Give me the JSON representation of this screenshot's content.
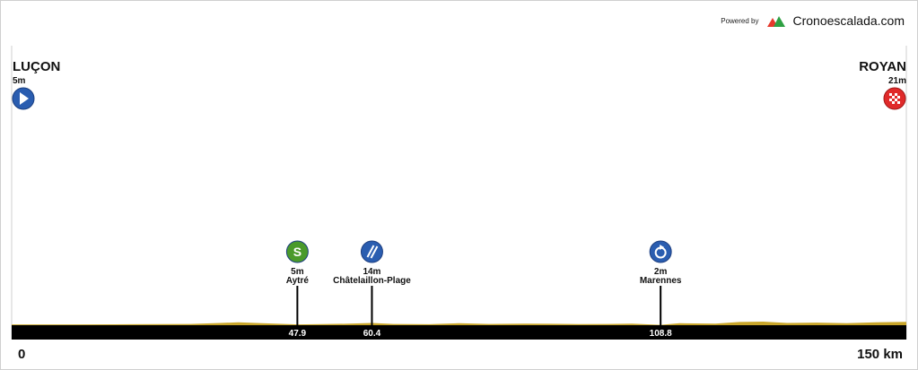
{
  "brand": {
    "powered_by": "Powered by",
    "name": "Cronoescalada.com"
  },
  "chart_data": {
    "type": "area",
    "xlim": [
      0,
      150
    ],
    "axis_labels": {
      "start": "0",
      "end": "150 km"
    },
    "start": {
      "name": "LUÇON",
      "elevation": "5m",
      "icon": "start-play-icon",
      "km": 0
    },
    "finish": {
      "name": "ROYAN",
      "elevation": "21m",
      "icon": "finish-flag-icon",
      "km": 150
    },
    "points": [
      {
        "km": 47.9,
        "km_label": "47.9",
        "name": "Aytré",
        "elevation": "5m",
        "icon": "sprint-icon",
        "color": "#4a9a2b"
      },
      {
        "km": 60.4,
        "km_label": "60.4",
        "name": "Châtelaillon-Plage",
        "elevation": "14m",
        "icon": "feed-zone-icon",
        "color": "#2a5db0"
      },
      {
        "km": 108.8,
        "km_label": "108.8",
        "name": "Marennes",
        "elevation": "2m",
        "icon": "intermediate-timing-icon",
        "color": "#2a5db0"
      }
    ],
    "elevation_profile": {
      "x": [
        0,
        10,
        20,
        30,
        35,
        38,
        42,
        47.9,
        52,
        56,
        60.4,
        64,
        70,
        75,
        80,
        86,
        90,
        95,
        100,
        104,
        108.8,
        112,
        118,
        122,
        126,
        130,
        135,
        140,
        145,
        150
      ],
      "y": [
        5,
        5,
        6,
        8,
        14,
        18,
        12,
        5,
        7,
        9,
        14,
        8,
        6,
        12,
        8,
        10,
        9,
        7,
        8,
        10,
        2,
        12,
        10,
        20,
        22,
        14,
        16,
        12,
        18,
        21
      ]
    },
    "colors": {
      "fill": "#c8a52a",
      "baseline": "#000000",
      "axis_text": "#ffffff",
      "label_text": "#111111",
      "start_icon": "#2a5db0",
      "finish_icon": "#e02a2a"
    }
  }
}
